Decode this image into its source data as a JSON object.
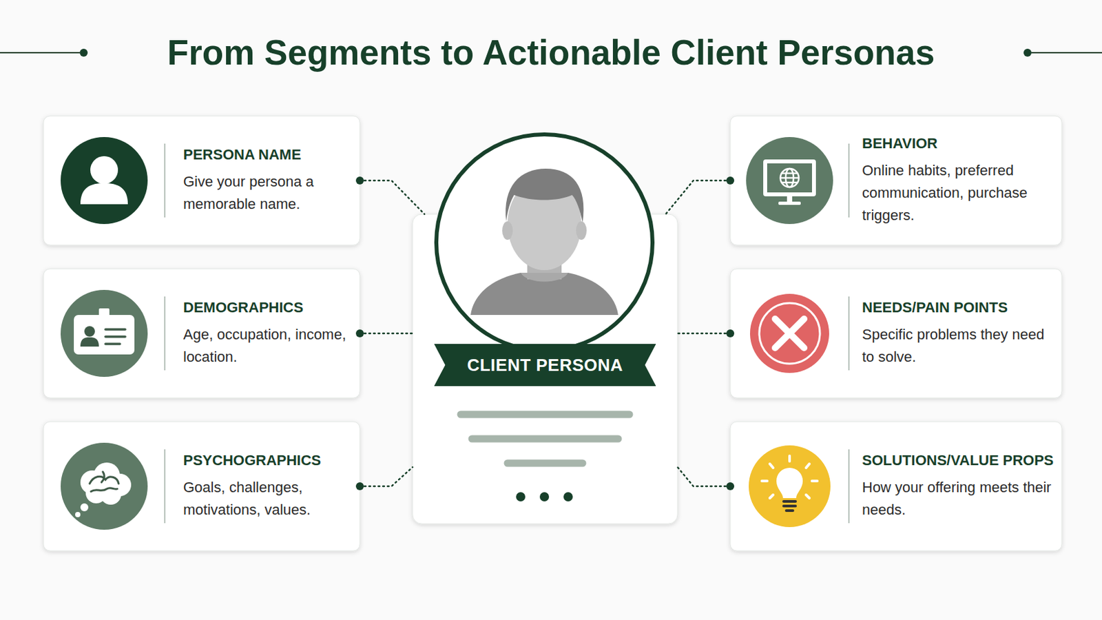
{
  "diagram": {
    "title": "From Segments to Actionable Client Personas",
    "nodes": [
      {
        "text": [
          "PERSONA NAME",
          "Give your persona a memorable name."
        ]
      },
      {
        "text": [
          "DEMOGRAPHICS",
          "Age, occupation, income, location."
        ]
      },
      {
        "text": [
          "PSYCHOGRAPHICS",
          "Goals, challenges, motivations, values."
        ]
      },
      {
        "text": [
          "CLIENT PERSONA"
        ]
      },
      {
        "text": [
          "BEHAVIOR",
          "Online habits, preferred communication, purchase triggers."
        ]
      },
      {
        "text": [
          "NEEDS/PAIN POINTS",
          "Specific problems they need to solve."
        ]
      },
      {
        "text": [
          "SOLUTIONS/VALUE PROPS",
          "How your offering meets their needs."
        ]
      }
    ],
    "edges": [
      {
        "from": 0,
        "to": 3,
        "arrow": "none"
      },
      {
        "from": 1,
        "to": 3,
        "arrow": "none"
      },
      {
        "from": 2,
        "to": 3,
        "arrow": "none"
      },
      {
        "from": 4,
        "to": 3,
        "arrow": "none"
      },
      {
        "from": 5,
        "to": 3,
        "arrow": "none"
      },
      {
        "from": 6,
        "to": 3,
        "arrow": "none"
      }
    ]
  }
}
